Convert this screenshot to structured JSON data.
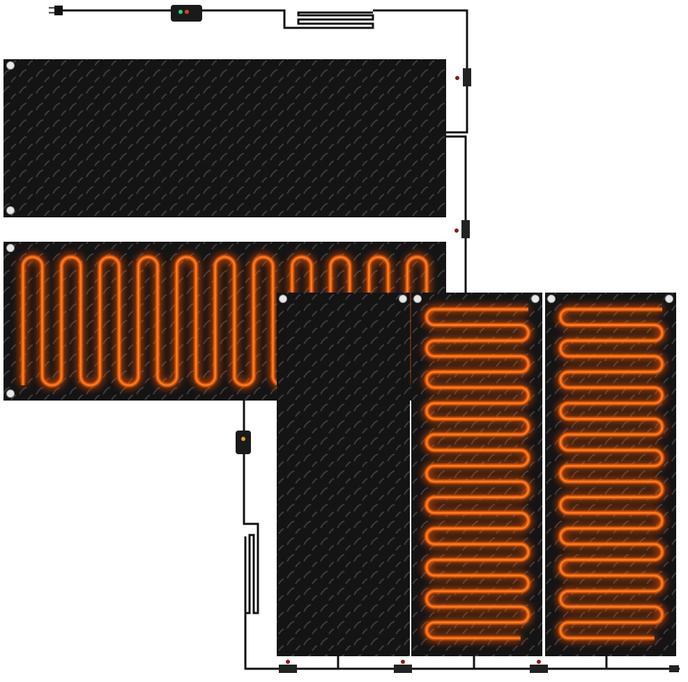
{
  "colors": {
    "background": "#ffffff",
    "mat": "#141414",
    "tread": "#3a3a3a",
    "heating_element": "#ff7a1a",
    "glow": "#ff5a00",
    "cable": "#111111",
    "grommet": "#e8e8e8",
    "connector_dot": "#8b1a1a"
  },
  "icons": [
    "power-plug-icon",
    "controller-switch-icon",
    "connector-icon",
    "grommet-icon"
  ],
  "mats": [
    {
      "name": "mat-top-off",
      "heating": false,
      "orientation": "horizontal"
    },
    {
      "name": "mat-middle-on",
      "heating": true,
      "orientation": "horizontal"
    },
    {
      "name": "mat-tall-off",
      "heating": false,
      "orientation": "vertical"
    },
    {
      "name": "mat-tall-on-1",
      "heating": true,
      "orientation": "vertical"
    },
    {
      "name": "mat-tall-on-2",
      "heating": true,
      "orientation": "vertical"
    }
  ]
}
